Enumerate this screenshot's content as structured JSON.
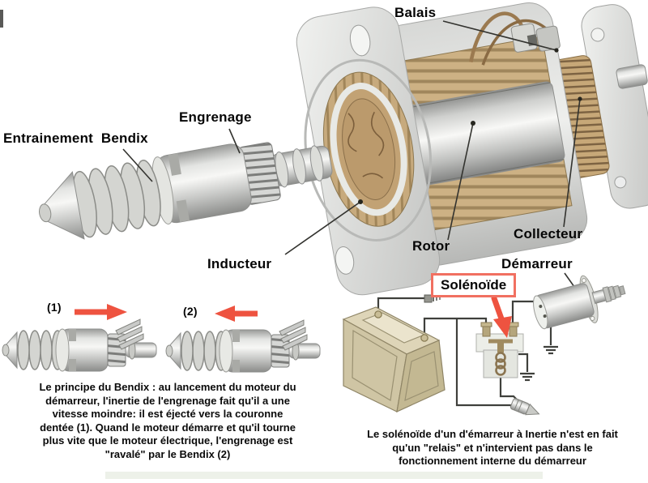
{
  "labels": {
    "balais": "Balais",
    "engrenage": "Engrenage",
    "entrainement_bendix": "Entrainement  Bendix",
    "inducteur": "Inducteur",
    "rotor": "Rotor",
    "collecteur": "Collecteur",
    "demarreur": "Démarreur",
    "solenoide": "Solénoïde",
    "fig1": "(1)",
    "fig2": "(2)"
  },
  "captions": {
    "bendix_principle": "Le principe du Bendix : au lancement du moteur du\ndémarreur, l'inertie de l'engrenage fait qu'il a une\nvitesse moindre: il est éjecté vers la couronne\ndentée (1). Quand le moteur démarre et qu'il tourne\nplus vite que le moteur électrique, l'engrenage est\n\"ravalé\" par le Bendix (2)",
    "solenoide_note": "Le solénoïde d'un d'émarreur à Inertie n'est en fait\nqu'un \"relais\" et n'intervient pas dans le\nfonctionnement interne du démarreur"
  },
  "components": {
    "main_illustration": "cutaway-starter-motor",
    "mini_figures": [
      "bendix-ejected-toward-ring-gear",
      "bendix-retracted-by-motor"
    ],
    "circuit_parts": [
      "battery",
      "solenoid-relay",
      "starter-motor",
      "ground-symbols",
      "bullet-connector",
      "plug-connector"
    ]
  },
  "colors": {
    "background": "#ffffff",
    "accent_red": "#ee5340",
    "solenoid_box_border": "#f17061",
    "winding_tan": "#cdb184",
    "winding_dark": "#9c8258",
    "commutator_tan": "#c7a878",
    "metal_light": "#f2f2f0",
    "metal_dark": "#8d8e8c",
    "wire": "#3f403c",
    "text": "#050505"
  }
}
